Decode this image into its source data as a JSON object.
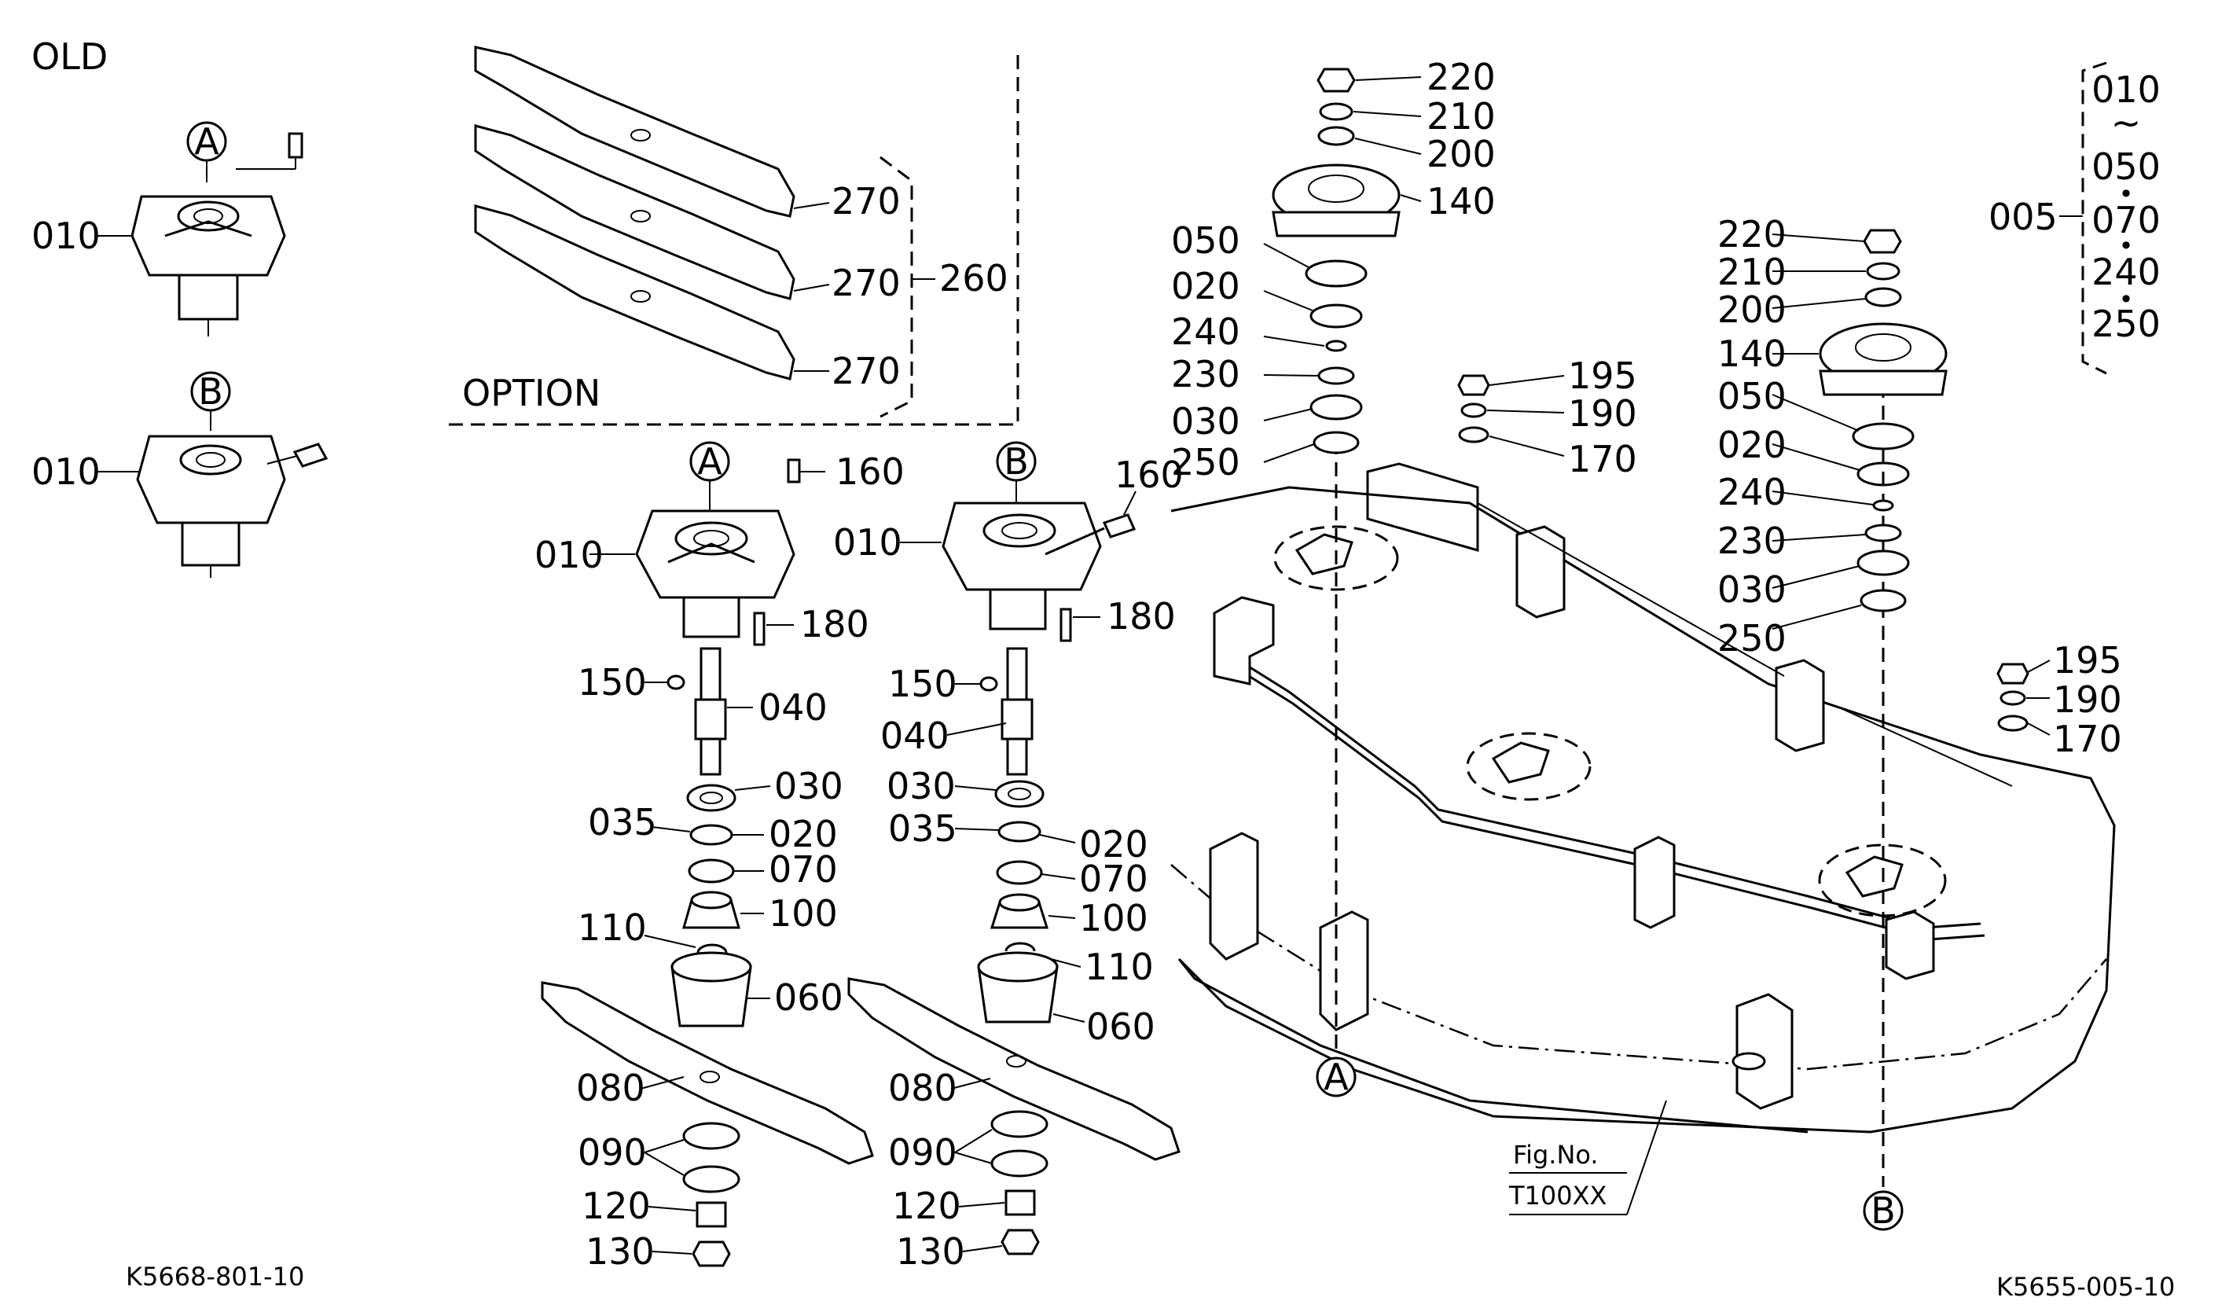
{
  "heading_old": "OLD",
  "option_label": "OPTION",
  "fig_no": "Fig.No.",
  "fig_code": "T100XX",
  "ref_left": "K5668-801-10",
  "ref_right": "K5655-005-10",
  "marker_a": "A",
  "marker_b": "B",
  "group": {
    "code": "005",
    "items": [
      "010",
      "~",
      "050",
      "•",
      "070",
      "•",
      "240",
      "•",
      "250"
    ]
  },
  "labels": {
    "old_a_010": "010",
    "old_b_010": "010",
    "opt_270a": "270",
    "opt_270b": "270",
    "opt_270c": "270",
    "opt_260": "260",
    "sa_160": "160",
    "sa_010": "010",
    "sa_180": "180",
    "sa_150": "150",
    "sa_040": "040",
    "sa_030": "030",
    "sa_035": "035",
    "sa_020": "020",
    "sa_070": "070",
    "sa_100": "100",
    "sa_110": "110",
    "sa_060": "060",
    "sa_080": "080",
    "sa_090": "090",
    "sa_120": "120",
    "sa_130": "130",
    "sb_160": "160",
    "sb_010": "010",
    "sb_180": "180",
    "sb_150": "150",
    "sb_040": "040",
    "sb_030": "030",
    "sb_035": "035",
    "sb_020": "020",
    "sb_070": "070",
    "sb_100": "100",
    "sb_110": "110",
    "sb_060": "060",
    "sb_080": "080",
    "sb_090": "090",
    "sb_120": "120",
    "sb_130": "130",
    "pl_220": "220",
    "pl_210": "210",
    "pl_200": "200",
    "pl_140": "140",
    "pl_050": "050",
    "pl_020": "020",
    "pl_240": "240",
    "pl_230": "230",
    "pl_030": "030",
    "pl_250": "250",
    "pr_220": "220",
    "pr_210": "210",
    "pr_200": "200",
    "pr_140": "140",
    "pr_050": "050",
    "pr_020": "020",
    "pr_240": "240",
    "pr_230": "230",
    "pr_030": "030",
    "pr_250": "250",
    "hl_195": "195",
    "hl_190": "190",
    "hl_170": "170",
    "hr_195": "195",
    "hr_190": "190",
    "hr_170": "170"
  }
}
